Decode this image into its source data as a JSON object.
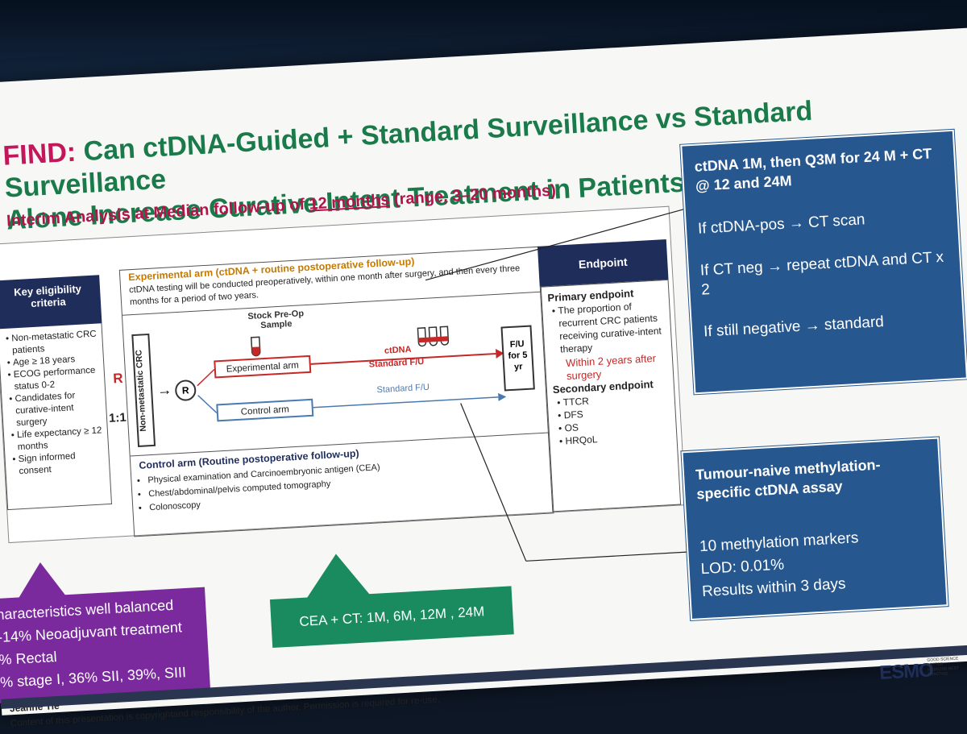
{
  "title": {
    "find": "FIND:",
    "line1": "Can ctDNA-Guided + Standard Surveillance vs Standard Surveillance",
    "line2": "Alone Increase Curative Intent Treatment in Patients with Recurrence?"
  },
  "subtitle": {
    "prefix": "Interim Analysis at Median follow-up of ",
    "highlight": "12 months",
    "suffix": " (range, 3–20 months)"
  },
  "eligibility": {
    "header": "Key eligibility criteria",
    "items": [
      "Non-metastatic CRC patients",
      "Age ≥ 18 years",
      "ECOG performance status 0-2",
      "Candidates for curative-intent surgery",
      "Life expectancy ≥ 12 months",
      "Sign informed consent"
    ]
  },
  "randomization": {
    "r": "R",
    "ratio": "1:1",
    "circle": "R"
  },
  "experimental": {
    "header": "Experimental arm (ctDNA + routine postoperative follow-up)",
    "description": "ctDNA testing will be conducted preoperatively, within one month after surgery, and then every three months for a period of two years."
  },
  "flow": {
    "vertical_label": "Non-metastatic CRC",
    "stock": "Stock Pre-Op Sample",
    "exp_arm": "Experimental arm",
    "ctl_arm": "Control arm",
    "ctdna": "ctDNA",
    "std_fu_exp": "Standard F/U",
    "std_fu_ctl": "Standard F/U",
    "fu_box": "F/U for 5 yr"
  },
  "control": {
    "header": "Control arm (Routine postoperative follow-up)",
    "items": [
      "Physical examination and Carcinoembryonic antigen (CEA)",
      "Chest/abdominal/pelvis computed tomography",
      "Colonoscopy"
    ]
  },
  "endpoint": {
    "header": "Endpoint",
    "primary_head": "Primary endpoint",
    "primary_item": "The proportion of recurrent CRC patients receiving curative-intent therapy",
    "primary_highlight": "Within 2 years after surgery",
    "secondary_head": "Secondary endpoint",
    "secondary_items": [
      "TTCR",
      "DFS",
      "OS",
      "HRQoL"
    ]
  },
  "box_schedule": {
    "header": "ctDNA 1M, then Q3M for 24 M + CT @ 12 and 24M",
    "lines": [
      "If ctDNA-pos → CT scan",
      "If CT neg → repeat ctDNA and CT x 2",
      "If still negative → standard"
    ]
  },
  "box_assay": {
    "header": "Tumour-naive methylation-specific ctDNA assay",
    "lines": [
      "10 methylation markers",
      "LOD: 0.01%",
      "Results within 3 days"
    ]
  },
  "purple_callout": {
    "lines": [
      "haracteristics well balanced",
      "-14% Neoadjuvant treatment",
      "% Rectal",
      "% stage I, 36% SII, 39%, SIII"
    ]
  },
  "green_callout": {
    "text": "CEA + CT: 1M, 6M, 12M , 24M"
  },
  "footer": {
    "author": "Jeanne Tie",
    "copyright": "Content of this presentation is copyrightand responsibility of the author. Permission is required for re-use.",
    "logo": "ESMO",
    "logo_tagline": "GOOD SCIENCE BETTER MEDICINE BEST PRACTICE"
  },
  "colors": {
    "title_green": "#1a7a4a",
    "find_pink": "#c2185b",
    "navy": "#1f2d5a",
    "blue_box": "#27578f",
    "purple": "#7b2a9e",
    "green": "#1a8a5f",
    "red": "#c62828"
  }
}
